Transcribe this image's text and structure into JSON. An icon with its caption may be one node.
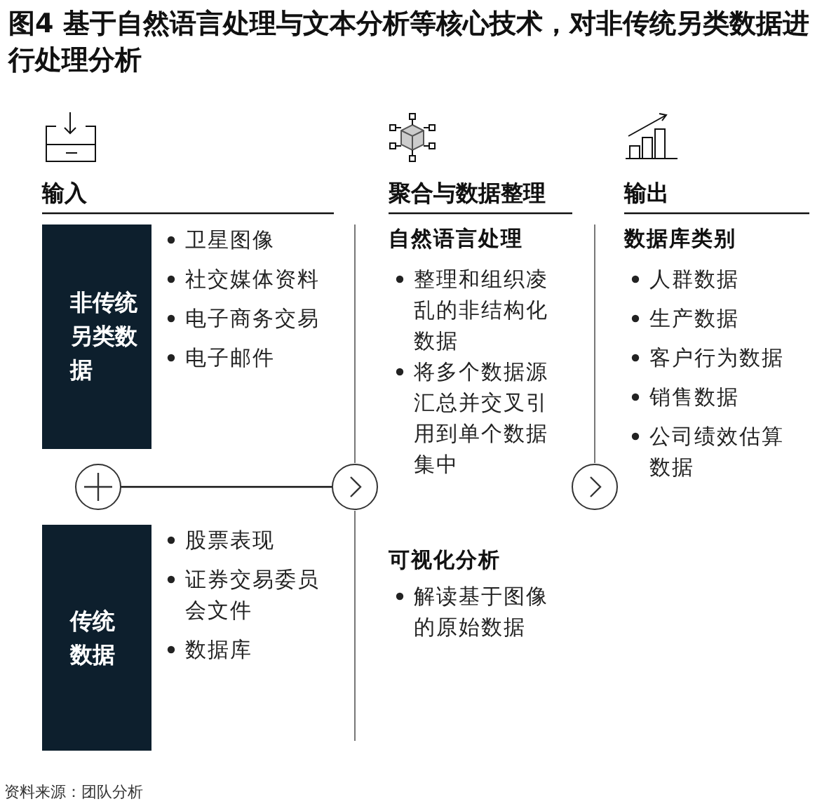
{
  "diagram": {
    "title": "图4 基于自然语言处理与文本分析等核心技术，对非传统另类数据进行处理分析",
    "caption": "资料来源：团队分析",
    "nodes": [
      {
        "text": [
          "非传统另类数据"
        ]
      },
      {
        "text": [
          "传统数据"
        ]
      },
      {
        "text": [],
        "shape": "circle"
      },
      {
        "text": [],
        "shape": "circle"
      },
      {
        "text": [],
        "shape": "circle"
      }
    ],
    "edges": [
      {
        "from": 2,
        "to": 3,
        "arrow": "none"
      }
    ],
    "labels": [
      "输入",
      "聚合与数据整理",
      "输出",
      "卫星图像",
      "社交媒体资料",
      "电子商务交易",
      "电子邮件",
      "股票表现",
      "证券交易委员会文件",
      "数据库",
      "自然语言处理",
      "整理和组织凌乱的非结构化数据",
      "将多个数据源汇总并交叉引用到单个数据集中",
      "可视化分析",
      "解读基于图像的原始数据",
      "数据库类别",
      "人群数据",
      "生产数据",
      "客户行为数据",
      "销售数据",
      "公司绩效估算数据"
    ]
  }
}
